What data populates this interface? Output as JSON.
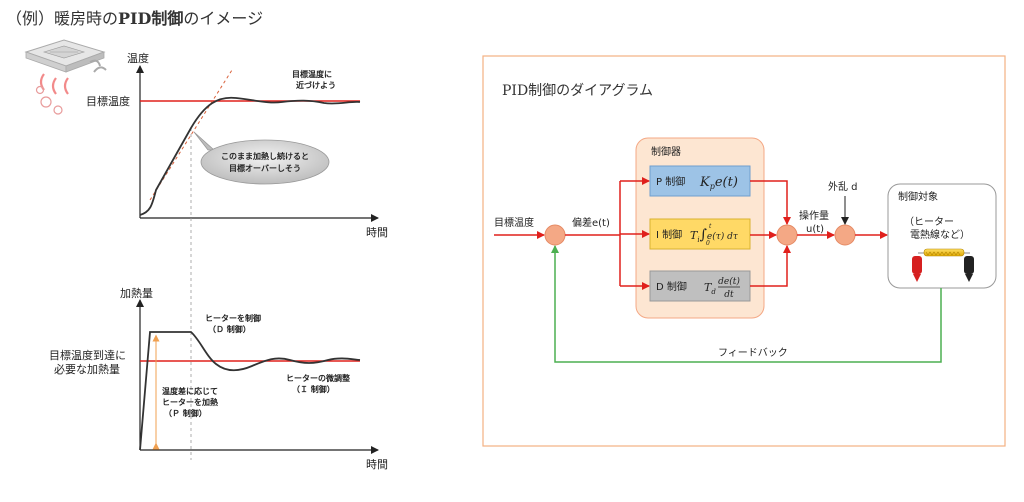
{
  "header": {
    "title_prefix": "（例）暖房時の",
    "title_bold": "PID制御",
    "title_suffix": "のイメージ"
  },
  "temp_chart": {
    "ylabel": "温度",
    "xlabel": "時間",
    "target_label": "目標温度",
    "annotation_top_line1": "目標温度に",
    "annotation_top_line2": "近づけよう",
    "bubble_line1": "このまま加熱し続けると",
    "bubble_line2": "目標オーバーしそう"
  },
  "heat_chart": {
    "ylabel": "加熱量",
    "xlabel": "時間",
    "required_line1": "目標温度到達に",
    "required_line2": "必要な加熱量",
    "d_note_line1": "ヒーターを制御",
    "d_note_line2": "（Ｄ 制御）",
    "p_note_line1": "温度差に応じて",
    "p_note_line2": "ヒーターを加熱",
    "p_note_line3": "（Ｐ 制御）",
    "i_note_line1": "ヒーターの微調整",
    "i_note_line2": "（Ｉ 制御）"
  },
  "diagram": {
    "title": "PID制御のダイアグラム",
    "controller_label": "制御器",
    "input_label": "目標温度",
    "error_label": "偏差e(t)",
    "p_label": "P 制御",
    "i_label": "I 制御",
    "d_label": "D 制御",
    "output_label1": "操作量",
    "output_label2": "u(t)",
    "disturbance_label": "外乱 d",
    "plant_label": "制御対象",
    "plant_note_line1": "（ヒーター",
    "plant_note_line2": "電熱線など）",
    "feedback_label": "フィードバック"
  },
  "colors": {
    "red_arrow": "#e0201c",
    "green_feedback": "#4caf50",
    "controller_bg": "#fde6d2",
    "sum_node": "#f4a885",
    "p_block": "#9dc3e6",
    "i_block": "#ffd966",
    "d_block": "#bfbfbf",
    "frame": "#f4b183"
  }
}
